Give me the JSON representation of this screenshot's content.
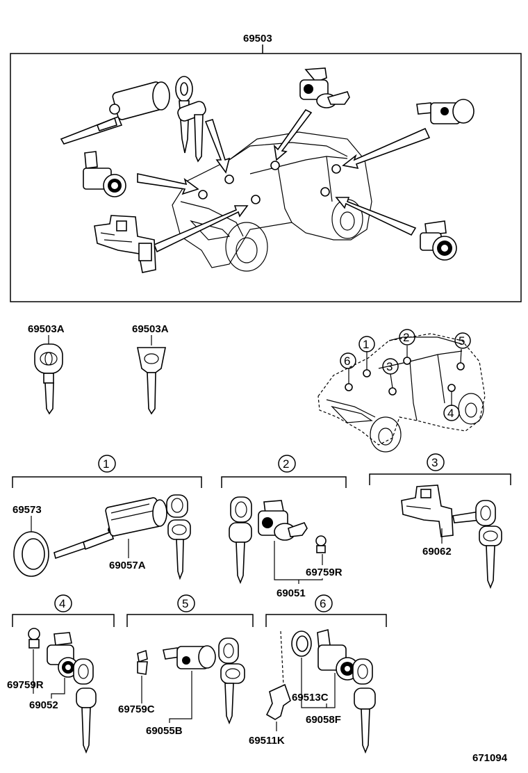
{
  "labels": {
    "assembly": "69503",
    "key_a1": "69503A",
    "key_a2": "69503A",
    "ring": "69573",
    "ign_cyl": "69057A",
    "door_spring_2": "69759R",
    "door_cyl_2": "69051",
    "trunk": "69062",
    "door_spring_4": "69759R",
    "door_cyl_4": "69052",
    "hatch_spring": "69759C",
    "hatch_cyl": "69055B",
    "glove_rod": "69511K",
    "glove_ring": "69513C",
    "glove_cyl": "69058F",
    "diagram_id": "671094"
  },
  "callouts": {
    "c1": "1",
    "c2": "2",
    "c3": "3",
    "c4": "4",
    "c5": "5",
    "c6": "6"
  },
  "groups": {
    "g1": "1",
    "g2": "2",
    "g3": "3",
    "g4": "4",
    "g5": "5",
    "g6": "6"
  }
}
